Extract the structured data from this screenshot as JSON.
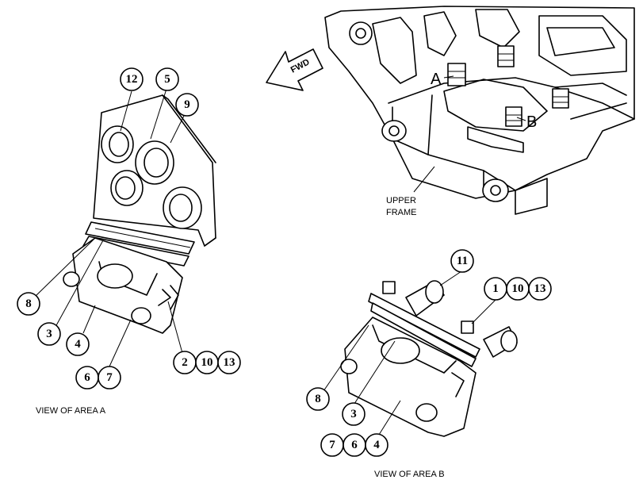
{
  "fwd_label": "FWD",
  "area_a_letter": "A",
  "area_b_letter": "B",
  "upper_frame_line1": "UPPER",
  "upper_frame_line2": "FRAME",
  "view_a_caption": "VIEW OF AREA A",
  "view_b_caption": "VIEW OF AREA B",
  "balloons_a": [
    "12",
    "5",
    "9",
    "8",
    "3",
    "4",
    "2",
    "10",
    "13",
    "6",
    "7"
  ],
  "balloons_b": [
    "11",
    "1",
    "10",
    "13",
    "8",
    "3",
    "7",
    "6",
    "4"
  ]
}
